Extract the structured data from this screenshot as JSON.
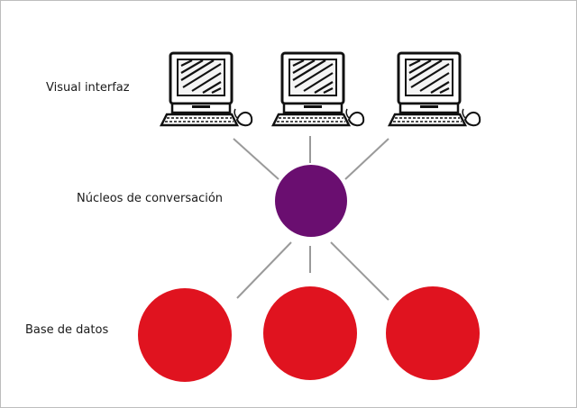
{
  "labels": {
    "interface": "Visual interfaz",
    "nucleus": "Núcleos de conversación",
    "database": "Base de datos"
  },
  "colors": {
    "nucleus": "#6a0e70",
    "database": "#e0131f",
    "connector": "#9a9a9a",
    "computer_outline": "#111111"
  },
  "icons": [
    "computer-icon",
    "computer-icon",
    "computer-icon"
  ],
  "counts": {
    "computers": 3,
    "nuclei": 1,
    "databases": 3
  }
}
